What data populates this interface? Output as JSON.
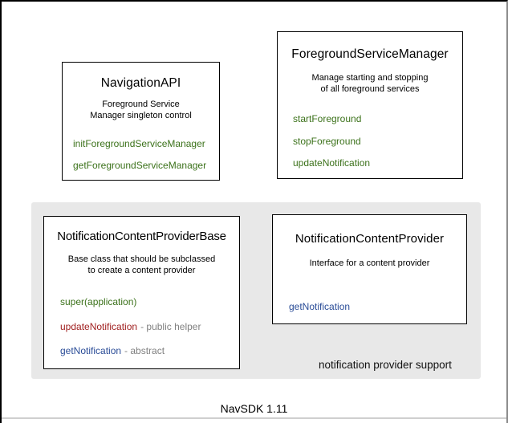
{
  "colors": {
    "green": "#3c721b",
    "red": "#a01f1f",
    "blue": "#2a4c97",
    "note_gray": "#808080",
    "region_bg": "#e8e8e8",
    "box_border": "#000000"
  },
  "boxes": [
    {
      "id": "navigation-api",
      "title": "NavigationAPI",
      "description": "Foreground Service\nManager singleton control",
      "methods": [
        {
          "name": "initForegroundServiceManager",
          "color": "green",
          "note": ""
        },
        {
          "name": "getForegroundServiceManager",
          "color": "green",
          "note": ""
        }
      ]
    },
    {
      "id": "foreground-service-manager",
      "title": "ForegroundServiceManager",
      "description": "Manage starting and stopping\nof all foreground services",
      "methods": [
        {
          "name": "startForeground",
          "color": "green",
          "note": ""
        },
        {
          "name": "stopForeground",
          "color": "green",
          "note": ""
        },
        {
          "name": "updateNotification",
          "color": "green",
          "note": ""
        }
      ]
    },
    {
      "id": "notification-content-provider-base",
      "title": "NotificationContentProviderBase",
      "description": "Base class that should be subclassed\nto create a content provider",
      "methods": [
        {
          "name": "super(application)",
          "color": "green",
          "note": ""
        },
        {
          "name": "updateNotification",
          "color": "red",
          "note": "- public helper"
        },
        {
          "name": "getNotification",
          "color": "blue",
          "note": "- abstract"
        }
      ]
    },
    {
      "id": "notification-content-provider",
      "title": "NotificationContentProvider",
      "description": "Interface for a content provider",
      "methods": [
        {
          "name": "getNotification",
          "color": "blue",
          "note": ""
        }
      ]
    }
  ],
  "region_label": "notification provider support",
  "footer": "NavSDK 1.11"
}
